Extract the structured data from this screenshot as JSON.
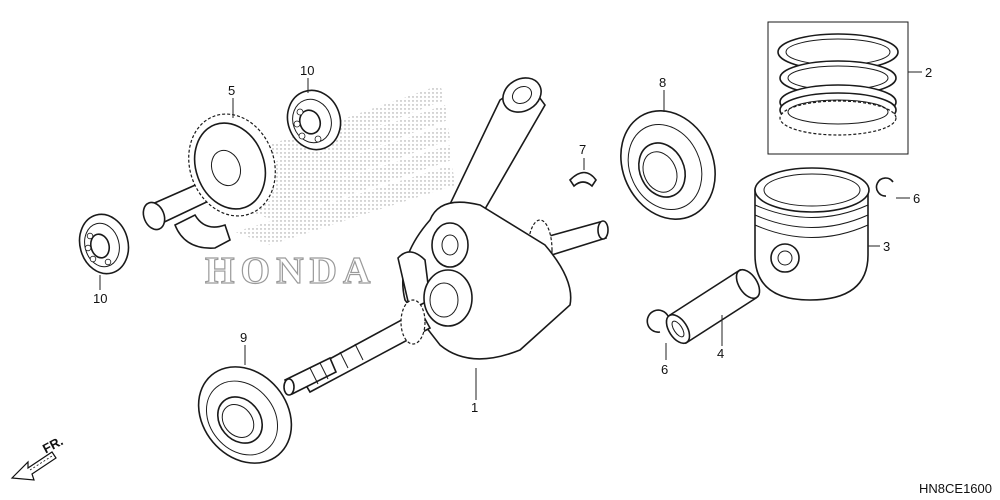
{
  "diagram": {
    "code": "HN8CE1600",
    "front_label": "FR.",
    "watermark": "HONDA"
  },
  "callouts": {
    "p1": "1",
    "p2": "2",
    "p3": "3",
    "p4": "4",
    "p5": "5",
    "p6a": "6",
    "p6b": "6",
    "p7": "7",
    "p8": "8",
    "p9": "9",
    "p10a": "10",
    "p10b": "10"
  }
}
